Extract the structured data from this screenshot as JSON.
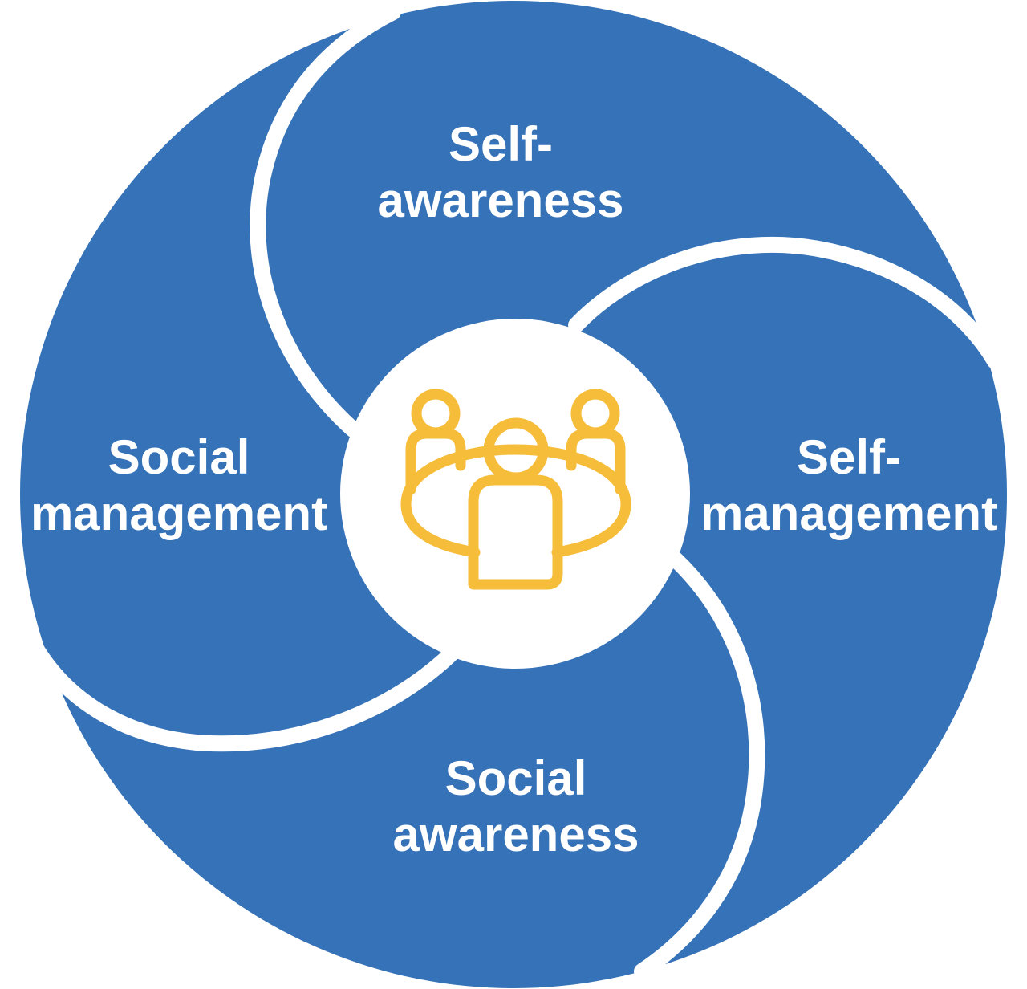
{
  "colors": {
    "segment_fill": "#3572b7",
    "divider": "#ffffff",
    "center_fill": "#ffffff",
    "icon_stroke": "#f6bd3a",
    "label_text": "#ffffff"
  },
  "center_icon": {
    "name": "team-meeting-icon",
    "description": "people-around-table"
  },
  "segments": [
    {
      "id": "top",
      "lines": [
        "Self-",
        "awareness"
      ]
    },
    {
      "id": "right",
      "lines": [
        "Self-",
        "management"
      ]
    },
    {
      "id": "bottom",
      "lines": [
        "Social",
        "awareness"
      ]
    },
    {
      "id": "left",
      "lines": [
        "Social",
        "management"
      ]
    }
  ]
}
